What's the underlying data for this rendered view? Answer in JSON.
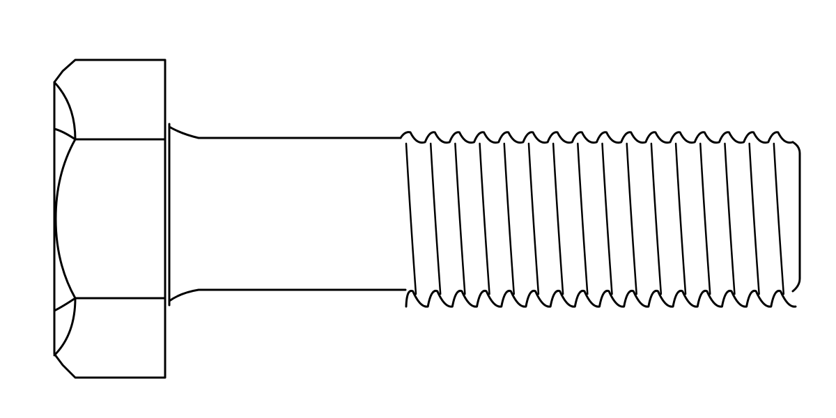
{
  "figure": {
    "subject": "hex-head-bolt",
    "style": "black-outline-on-white",
    "colors": {
      "background": "#ffffff",
      "ink": "#000000"
    },
    "thread_crest_count": 16
  }
}
